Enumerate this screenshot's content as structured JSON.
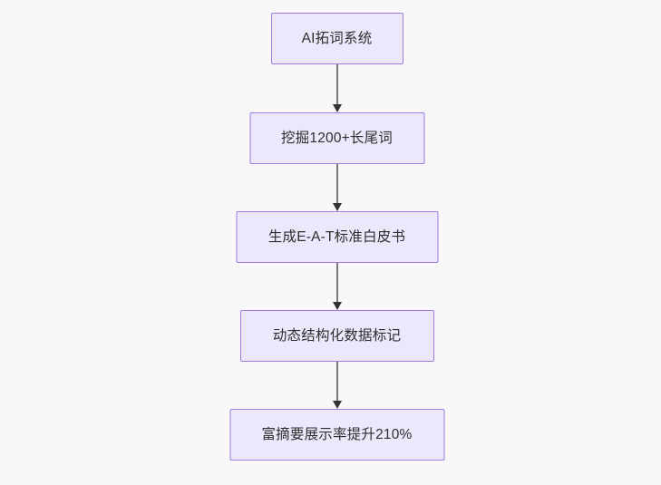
{
  "diagram": {
    "type": "flowchart",
    "orientation": "top-to-bottom",
    "background_color": "#f8f8f8",
    "node_fill_color": "#ebe8fc",
    "node_border_color": "#9f7ae0",
    "connector_color": "#7a7a7a",
    "arrowhead_color": "#333333",
    "text_color": "#2e2e2e",
    "nodes": [
      {
        "id": "node-0",
        "label": "AI拓词系统"
      },
      {
        "id": "node-1",
        "label": "挖掘1200+长尾词"
      },
      {
        "id": "node-2",
        "label": "生成E-A-T标准白皮书"
      },
      {
        "id": "node-3",
        "label": "动态结构化数据标记"
      },
      {
        "id": "node-4",
        "label": "富摘要展示率提升210%"
      }
    ],
    "edges": [
      {
        "id": "connector-0",
        "from": "node-0",
        "to": "node-1",
        "arrow": "arrowhead-down-icon"
      },
      {
        "id": "connector-1",
        "from": "node-1",
        "to": "node-2",
        "arrow": "arrowhead-down-icon"
      },
      {
        "id": "connector-2",
        "from": "node-2",
        "to": "node-3",
        "arrow": "arrowhead-down-icon"
      },
      {
        "id": "connector-3",
        "from": "node-3",
        "to": "node-4",
        "arrow": "arrowhead-down-icon"
      }
    ]
  }
}
